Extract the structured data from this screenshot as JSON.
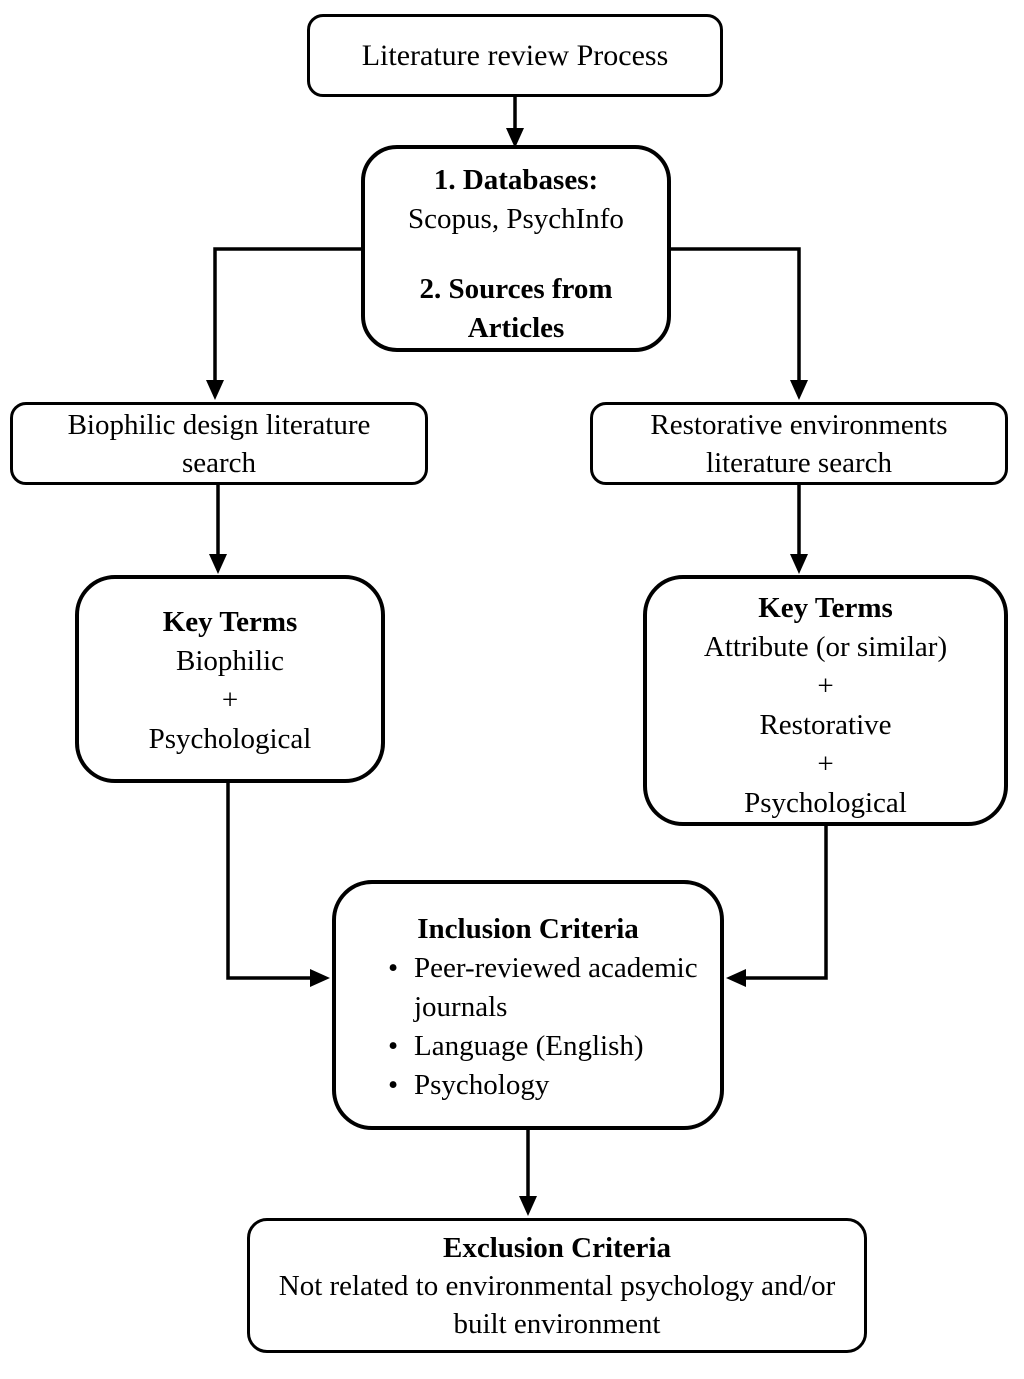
{
  "diagram": {
    "background": "#ffffff",
    "line_color": "#000000",
    "text_color": "#000000",
    "nodes": {
      "title": {
        "text": "Literature review Process"
      },
      "sources": {
        "heading1": "1. Databases:",
        "databases": "Scopus, PsychInfo",
        "heading2_line1": "2. Sources from",
        "heading2_line2": "Articles"
      },
      "left_search": {
        "text": "Biophilic design literature search"
      },
      "right_search": {
        "text": "Restorative environments literature search"
      },
      "left_key_terms": {
        "title": "Key Terms",
        "terms": [
          "Biophilic",
          "+",
          "Psychological"
        ]
      },
      "right_key_terms": {
        "title": "Key Terms",
        "terms": [
          "Attribute (or similar)",
          "+",
          "Restorative",
          "+",
          "Psychological"
        ]
      },
      "inclusion": {
        "title": "Inclusion Criteria",
        "bullet_char": "•",
        "bullets": [
          "Peer-reviewed academic journals",
          "Language (English)",
          "Psychology"
        ]
      },
      "exclusion": {
        "title": "Exclusion Criteria",
        "text": "Not related to environmental psychology and/or built environment"
      }
    }
  }
}
